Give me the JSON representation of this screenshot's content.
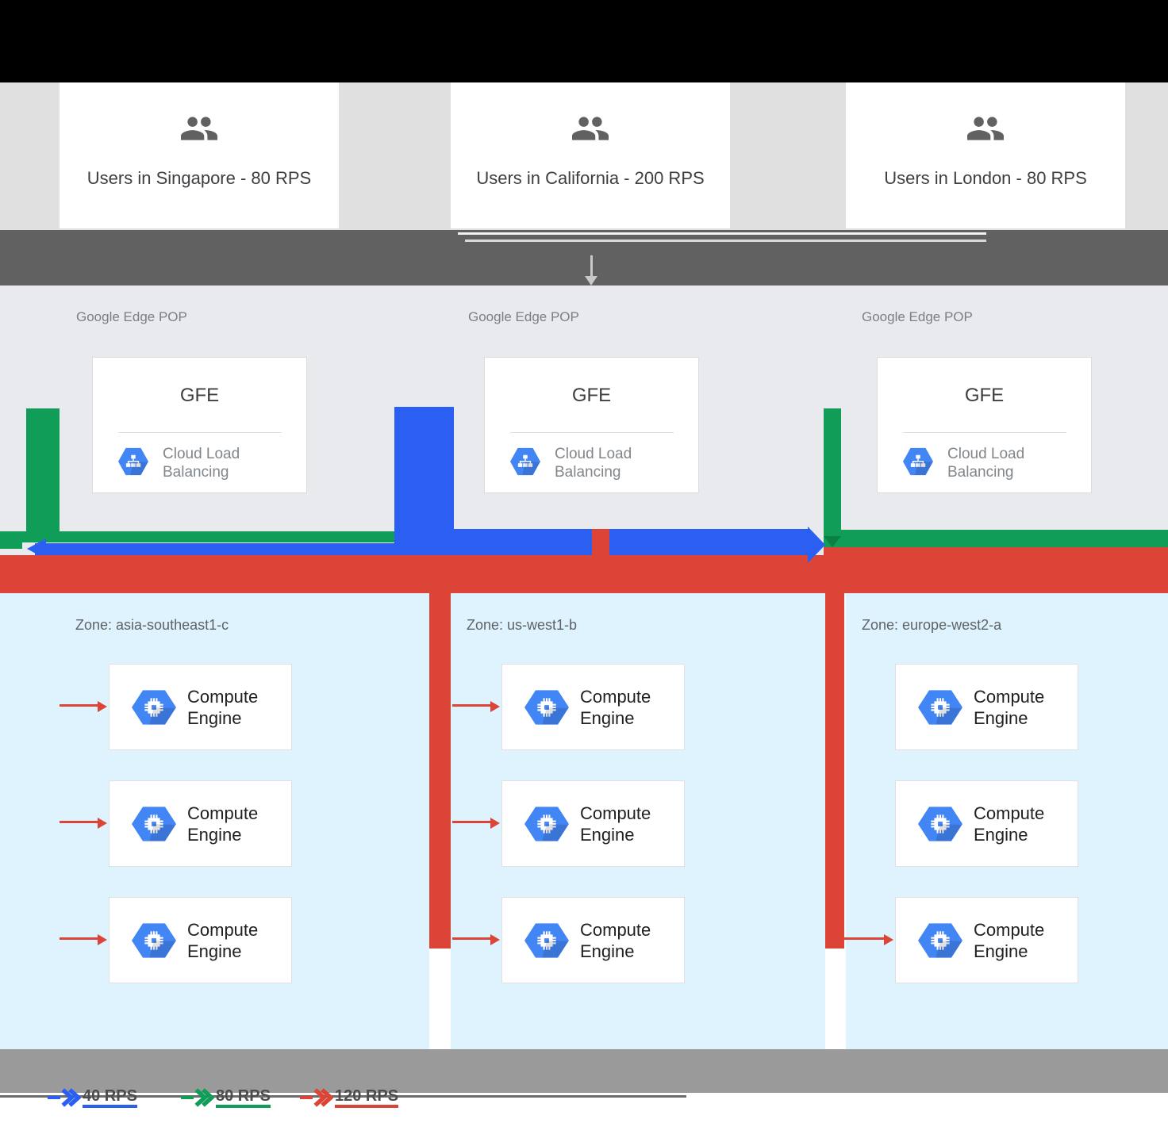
{
  "user_groups": [
    {
      "label": "Users in Singapore - 80 RPS"
    },
    {
      "label": "Users in California - 200 RPS"
    },
    {
      "label": "Users in London - 80 RPS"
    }
  ],
  "edge_pops": [
    {
      "section_label": "Google Edge POP",
      "gfe_label": "GFE",
      "service_label": "Cloud Load Balancing"
    },
    {
      "section_label": "Google Edge POP",
      "gfe_label": "GFE",
      "service_label": "Cloud Load Balancing"
    },
    {
      "section_label": "Google Edge POP",
      "gfe_label": "GFE",
      "service_label": "Cloud Load Balancing"
    }
  ],
  "zones": [
    {
      "label": "Zone: asia-southeast1-c",
      "instances": [
        {
          "label": "Compute Engine"
        },
        {
          "label": "Compute Engine"
        },
        {
          "label": "Compute Engine"
        }
      ]
    },
    {
      "label": "Zone: us-west1-b",
      "instances": [
        {
          "label": "Compute Engine"
        },
        {
          "label": "Compute Engine"
        },
        {
          "label": "Compute Engine"
        }
      ]
    },
    {
      "label": "Zone: europe-west2-a",
      "instances": [
        {
          "label": "Compute Engine"
        },
        {
          "label": "Compute Engine"
        },
        {
          "label": "Compute Engine"
        }
      ]
    }
  ],
  "legend": {
    "items": [
      {
        "label": "40 RPS",
        "color": "#2b5ff2"
      },
      {
        "label": "80 RPS",
        "color": "#0f9d58"
      },
      {
        "label": "120 RPS",
        "color": "#db4437"
      }
    ]
  },
  "traffic_colors": {
    "blue_40rps": "#2b5ff2",
    "green_80rps": "#0f9d58",
    "red_120rps": "#db4437",
    "zone_background": "#def3fd",
    "edge_pop_background": "#e8eaed"
  }
}
